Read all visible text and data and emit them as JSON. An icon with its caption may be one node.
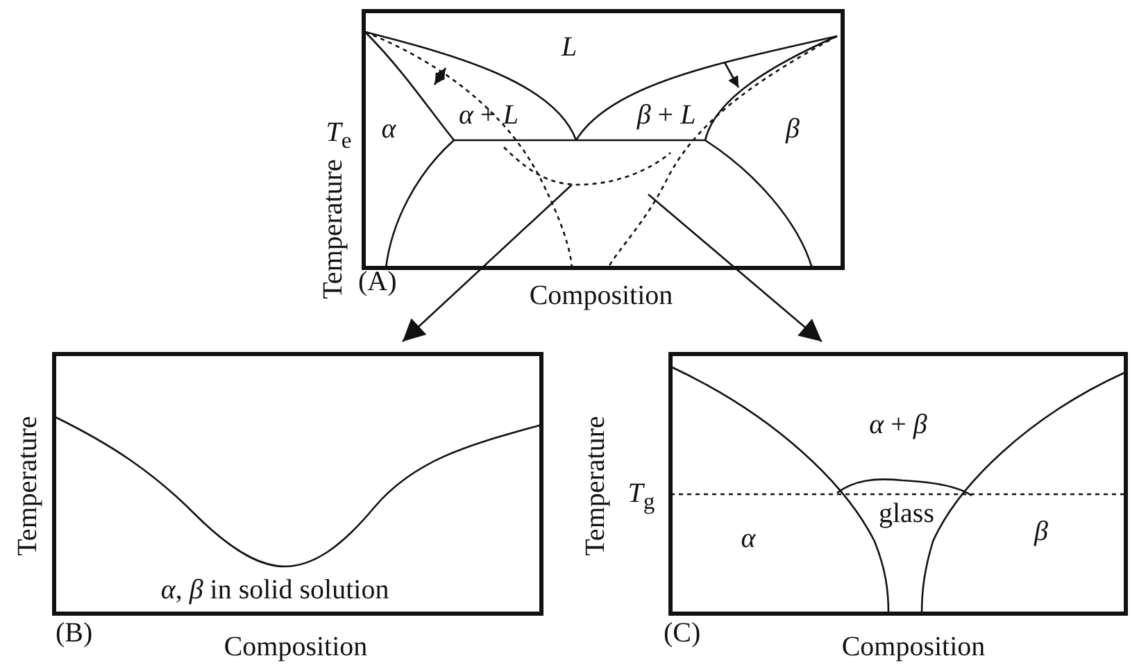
{
  "diagram": {
    "nodes": [
      {
        "text": [
          "(A)"
        ]
      },
      {
        "text": [
          "(B)"
        ]
      },
      {
        "text": [
          "(C)"
        ]
      }
    ],
    "edges": [
      {
        "from": 0,
        "to": 1,
        "arrow": "to"
      },
      {
        "from": 0,
        "to": 2,
        "arrow": "to"
      }
    ],
    "labels": [
      "L",
      "α",
      "*α* + *L*",
      "*β* + *L*",
      "β",
      "*T*$_{e}$",
      "Temperature",
      "Composition",
      "Temperature",
      "*α*, *β* in solid solution",
      "Composition",
      "*α* + *β*",
      "*T*$_{g}$",
      "Temperature",
      "glass",
      "α",
      "β",
      "Composition"
    ]
  }
}
